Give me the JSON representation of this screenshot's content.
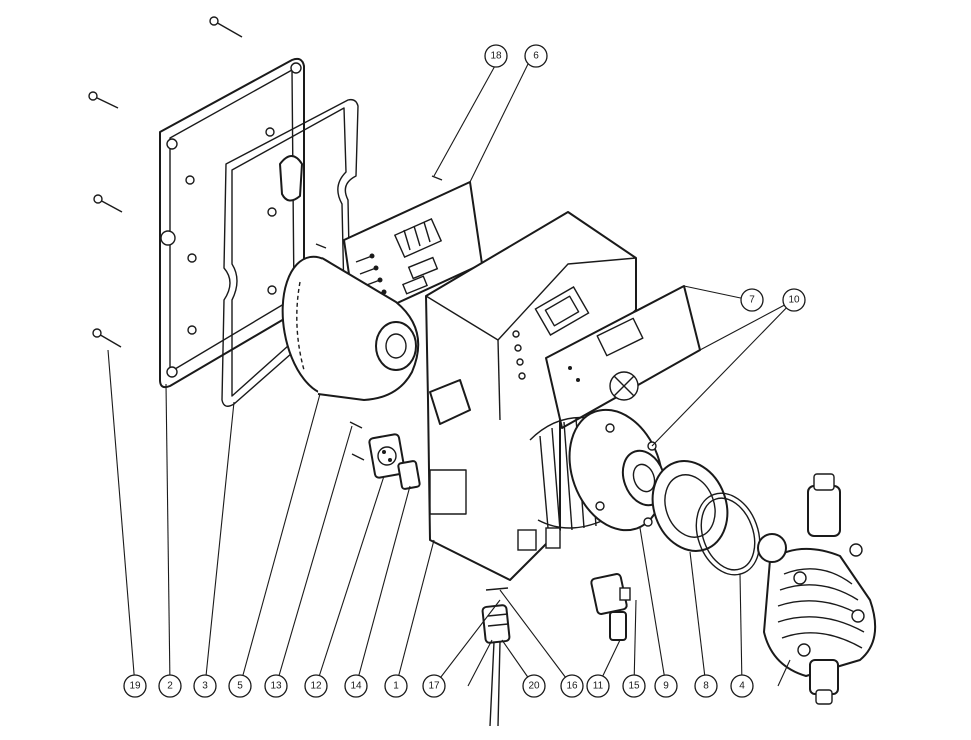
{
  "diagram": {
    "callouts": [
      "19",
      "2",
      "3",
      "5",
      "13",
      "12",
      "14",
      "1",
      "17",
      "20",
      "16",
      "11",
      "15",
      "9",
      "8",
      "4",
      "18",
      "6",
      "7",
      "10"
    ]
  },
  "colors": {
    "line": "#1a1a1a",
    "background": "#ffffff"
  },
  "icons": [
    "screw-icon",
    "cover-plate-icon",
    "gasket-icon",
    "circuit-board-icon",
    "motor-icon",
    "pump-housing-icon",
    "pump-head-icon",
    "connector-icon"
  ]
}
